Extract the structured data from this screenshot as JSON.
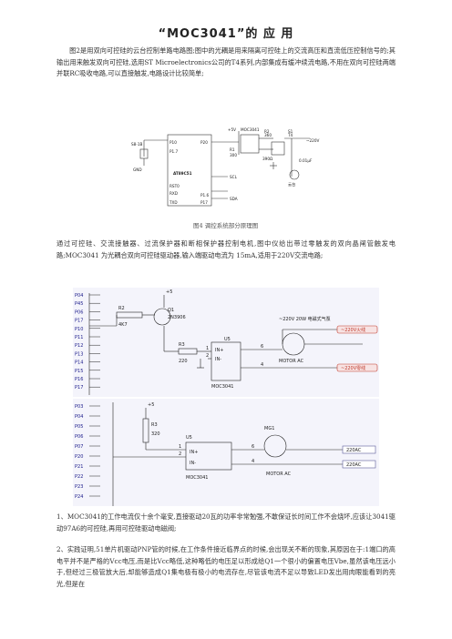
{
  "title": "“MOC3041”的  应  用",
  "paragraphs": {
    "p1": "图2是用双向可控硅的云台控制单路电路图;图中的光耦是用来隔离可控硅上的交流高压和直流低压控制信号的;其输出用来触发双向可控硅,选用ST Microelectronics公司的T4系列,内部集成有缓冲续流电路,不用在双向可控硅两端并联RC吸收电路,可以直接触发,电路设计比较简单;",
    "p2": "通过可控硅、交流接触器、过流保护器和断相保护器控制电机,图中仪给出带过零触发的双向晶闸管触发电路;MOC3041 为光耦合双向可控硅驱动器,输入端驱动电流为 15mA,适用于220V交流电路;",
    "p3": "1、MOC3041的工作电流仅十余个毫安,直接驱动20瓦的功率非常勉强,不敢保证长时间工作不会烧坏,应该让3041驱动97A6的可控硅,再用可控硅驱动电磁阀;",
    "p4": "2、实践证明,51单片机驱动PNP管的时候,在工作条件接近临界点的时候,会出现关不断的现象,其原因在于:1端口的高电平并不是严格的Vcc电压,而是比Vcc略低,这种略低的电压足以形成给Q1一个很小的偏置电压Vbe,虽然该电压远小于,但经过三极管放大后,却能够造成Q1集电极有极小的电流存在,尽管该电流不足以导致LED发出用肉眼能看到的亮光,但是在"
  },
  "figure1": {
    "caption": "图4  调控系统部分原理图",
    "labels": {
      "switch": "S8-1B",
      "gnd": "GND",
      "ic": "AT89C51",
      "p10": "P10",
      "p17": "P1.7",
      "p20": "P20",
      "rxd": "RXD",
      "txd": "TXD",
      "scl": "SCL",
      "sda": "SDA",
      "p16": "P1.6",
      "p17b": "P17",
      "rst": "RST0",
      "vcc": "+5V",
      "r1": "R1",
      "r1v": "300",
      "opto": "MOC3041",
      "r2": "R2",
      "r2v": "360",
      "s1": "S1",
      "s1v": "T4",
      "r3v": "390Ω",
      "cap": "0.01μF",
      "ac": "~220V",
      "motor": "云台"
    }
  },
  "figure2": {
    "pins": [
      "P04",
      "P45",
      "P06",
      "P17",
      "P10",
      "P11",
      "P12",
      "P13",
      "P14",
      "P15",
      "P16",
      "P17"
    ],
    "labels": {
      "vcc": "+5",
      "r2": "R2",
      "r2v": "4K7",
      "q1": "Q1",
      "q1v": "2N3906",
      "r3": "R3",
      "r3v": "220",
      "u5": "U5",
      "in_plus": "IN+",
      "in_minus": "IN-",
      "opto": "MOC3041",
      "pin1": "1",
      "pin2": "2",
      "pin6": "6",
      "pin4": "4",
      "motor": "MOTOR AC",
      "ac_desc": "~220V 20W 电磁式气泵",
      "line1": "~220V火线",
      "line2": "~220V零线"
    }
  },
  "figure3": {
    "pins": [
      "P03",
      "P04",
      "P05",
      "P06",
      "P07",
      "P20",
      "P21",
      "P22",
      "P23",
      "P24"
    ],
    "labels": {
      "vcc": "+5",
      "r3": "R3",
      "r3v": "320",
      "u5": "U5",
      "in_plus": "IN+",
      "in_minus": "IN-",
      "opto": "MOC3041",
      "pin1": "1",
      "pin2": "2",
      "pin6": "6",
      "pin4": "4",
      "mg": "MG1",
      "motor": "MOTOR AC",
      "ac1": "220AC",
      "ac2": "220AC"
    }
  },
  "colors": {
    "schematic_bg": "#f4f4fb",
    "wire": "#222222",
    "pin_text": "#1a1a8a",
    "ac_red": "#c0392b",
    "outline": "#5a5a9a"
  }
}
